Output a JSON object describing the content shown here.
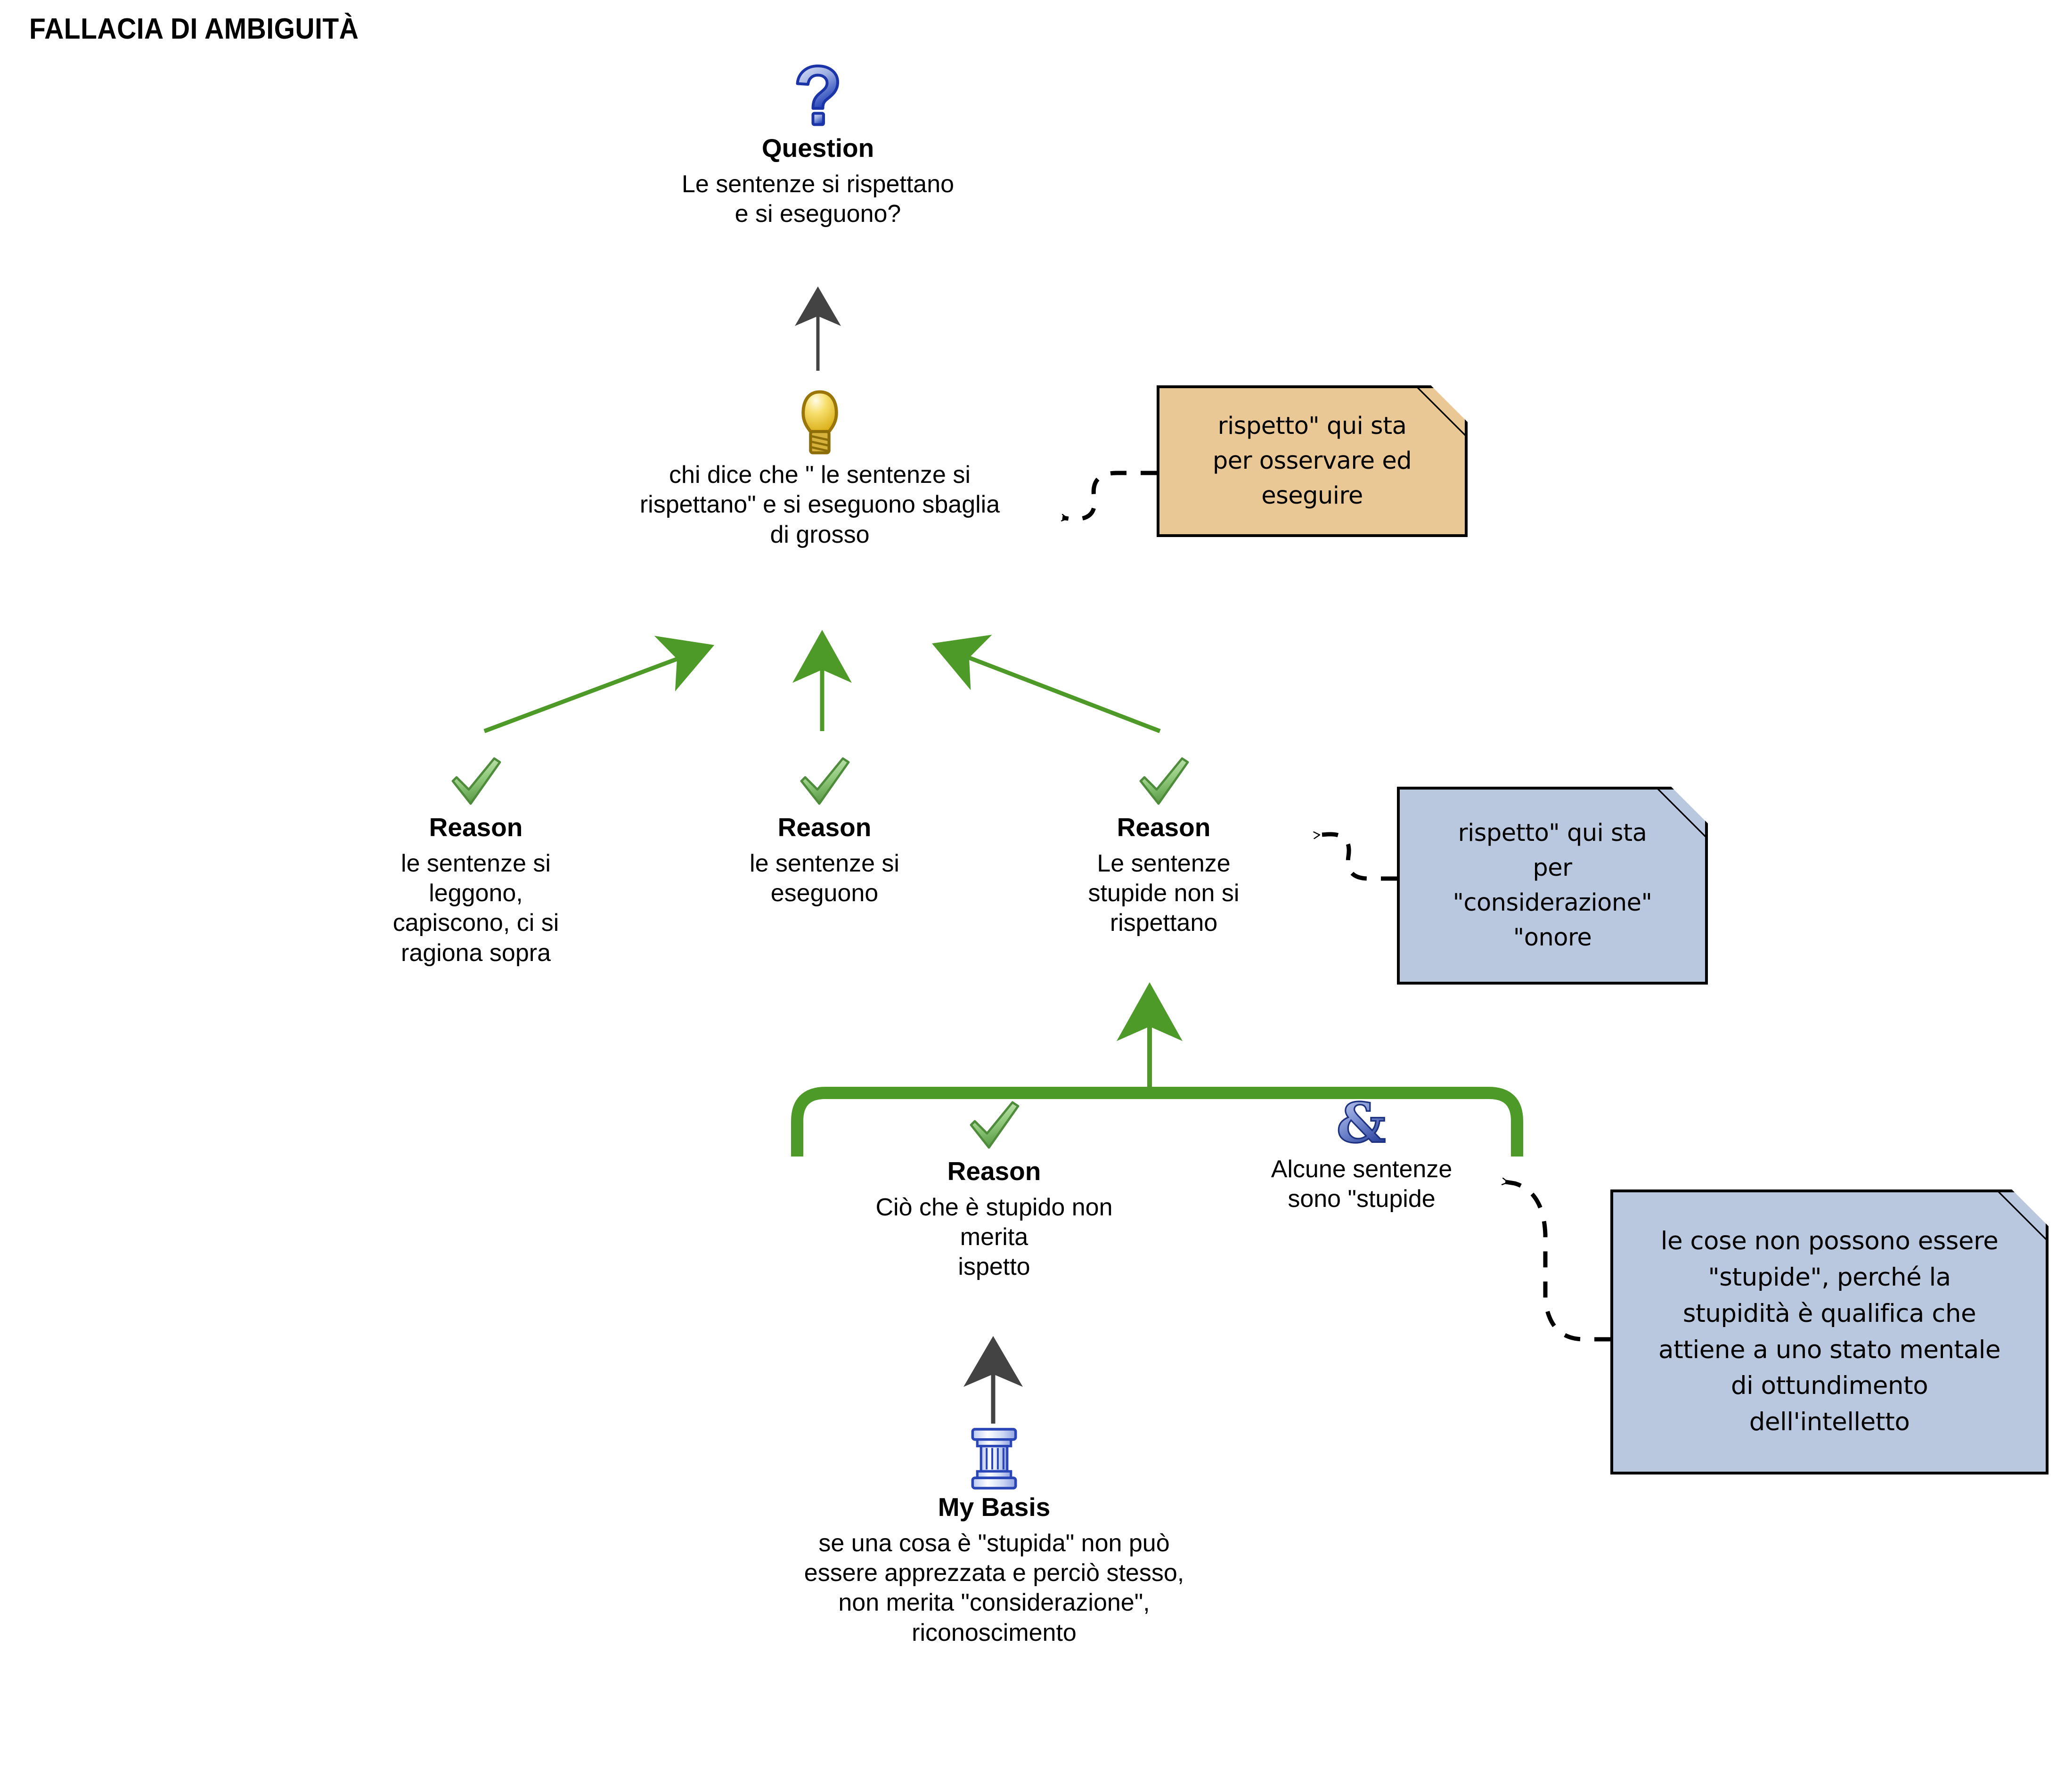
{
  "title": "FALLACIA DI AMBIGUITÀ",
  "diagram": {
    "type": "argument-map",
    "language": "it",
    "colors": {
      "green_arrow": "#4e9a28",
      "gray_arrow": "#434343",
      "note_orange": "#eac896",
      "note_blue": "#b9c8de",
      "text": "#000000"
    },
    "nodes": [
      {
        "id": "question",
        "icon": "question-mark-icon",
        "type_label": "Question",
        "text": "Le sentenze si rispettano\ne si eseguono?"
      },
      {
        "id": "main-claim",
        "icon": "lightbulb-icon",
        "type_label": "",
        "text": "chi dice che \" le sentenze si\nrispettano\" e si eseguono sbaglia\ndi grosso"
      },
      {
        "id": "reason-1",
        "icon": "green-check-icon",
        "type_label": "Reason",
        "text": "le sentenze si\nleggono,\ncapiscono, ci si\nragiona sopra"
      },
      {
        "id": "reason-2",
        "icon": "green-check-icon",
        "type_label": "Reason",
        "text": "le sentenze si\neseguono"
      },
      {
        "id": "reason-3",
        "icon": "green-check-icon",
        "type_label": "Reason",
        "text": "Le sentenze\nstupide non si\nrispettano"
      },
      {
        "id": "reason-4",
        "icon": "green-check-icon",
        "type_label": "Reason",
        "text": "Ciò che è stupido non\nmerita\nispetto"
      },
      {
        "id": "copremise",
        "icon": "ampersand-icon",
        "type_label": "",
        "text": "Alcune sentenze\nsono \"stupide"
      },
      {
        "id": "my-basis",
        "icon": "pillar-icon",
        "type_label": "My Basis",
        "text": "se una cosa è \"stupida\" non può\nessere apprezzata e perciò stesso,\nnon merita \"consideraz​ione\",\nriconoscimento"
      }
    ],
    "notes": [
      {
        "id": "note-orange-1",
        "color": "orange",
        "text": "rispetto\" qui sta\nper osservare ed\neseguire"
      },
      {
        "id": "note-blue-1",
        "color": "blue",
        "text": "rispetto\" qui sta\nper\n\"considerazione\"\n\"onore"
      },
      {
        "id": "note-blue-2",
        "color": "blue",
        "text": "le cose non possono essere\n\"stupide\", perché la\nstupidità è qualifica che\nattiene a uno stato mentale\ndi ottundimento\ndell'intelletto"
      }
    ],
    "edges": [
      {
        "from": "main-claim",
        "to": "question",
        "style": "solid",
        "color": "gray"
      },
      {
        "from": "reason-1",
        "to": "main-claim",
        "style": "solid",
        "color": "green"
      },
      {
        "from": "reason-2",
        "to": "main-claim",
        "style": "solid",
        "color": "green"
      },
      {
        "from": "reason-3",
        "to": "main-claim",
        "style": "solid",
        "color": "green"
      },
      {
        "from": "copremise-group",
        "to": "reason-3",
        "style": "solid",
        "color": "green"
      },
      {
        "from": "my-basis",
        "to": "reason-4",
        "style": "solid",
        "color": "gray"
      },
      {
        "from": "note-orange-1",
        "to": "main-claim",
        "style": "dashed",
        "color": "black"
      },
      {
        "from": "note-blue-1",
        "to": "reason-3",
        "style": "dashed",
        "color": "black"
      },
      {
        "from": "note-blue-2",
        "to": "copremise",
        "style": "dashed",
        "color": "black"
      }
    ]
  }
}
